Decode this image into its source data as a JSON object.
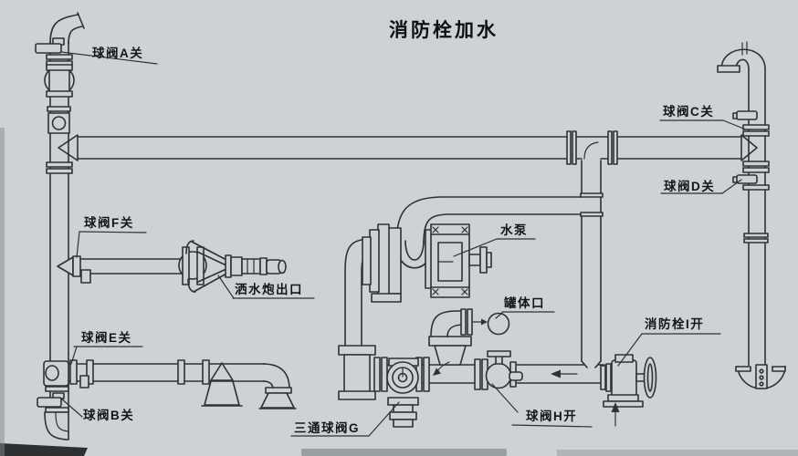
{
  "title": "消防栓加水",
  "labels": {
    "valve_a": "球阀A关",
    "valve_b": "球阀B关",
    "valve_c": "球阀C关",
    "valve_d": "球阀D关",
    "valve_e": "球阀E关",
    "valve_f": "球阀F关",
    "three_way_valve_g": "三通球阀G",
    "valve_h": "球阀H开",
    "hydrant_i": "消防栓I开",
    "pump": "水泵",
    "sprinkler_outlet": "洒水炮出口",
    "tank_opening": "罐体口"
  },
  "colors": {
    "background": "#cdd2d4",
    "line": "#2e3136",
    "text": "#161616"
  }
}
